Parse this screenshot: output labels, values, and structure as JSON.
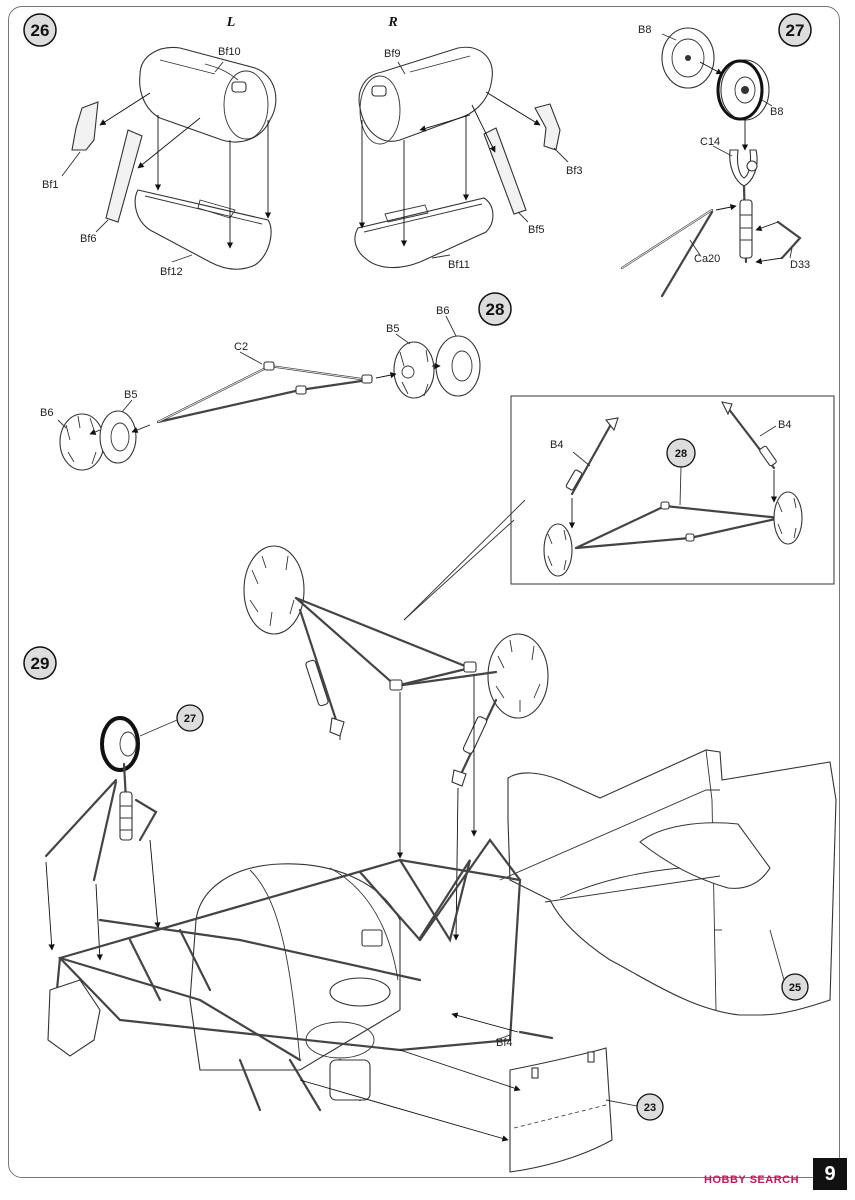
{
  "page": {
    "number": "9"
  },
  "watermark": {
    "text": "HOBBY SEARCH",
    "color": "#c2185b"
  },
  "steps": {
    "s26": {
      "number": "26",
      "left_label": "L",
      "right_label": "R",
      "parts": [
        "Bf10",
        "Bf1",
        "Bf6",
        "Bf12",
        "Bf9",
        "Bf3",
        "Bf5",
        "Bf11"
      ]
    },
    "s27": {
      "number": "27",
      "parts": [
        "B8",
        "B8",
        "C14",
        "Ca20",
        "D33"
      ]
    },
    "s28": {
      "number": "28",
      "parts": [
        "C2",
        "B5",
        "B6",
        "B6",
        "B5"
      ]
    },
    "inset28": {
      "ref": "28",
      "parts": [
        "B4",
        "B4"
      ]
    },
    "s29": {
      "number": "29",
      "parts": [
        "Bf4"
      ],
      "refs": [
        "27",
        "25",
        "23"
      ]
    }
  },
  "colors": {
    "line": "#333333",
    "step_badge": "#dddddd",
    "part_fill": "#f2f2f2"
  }
}
